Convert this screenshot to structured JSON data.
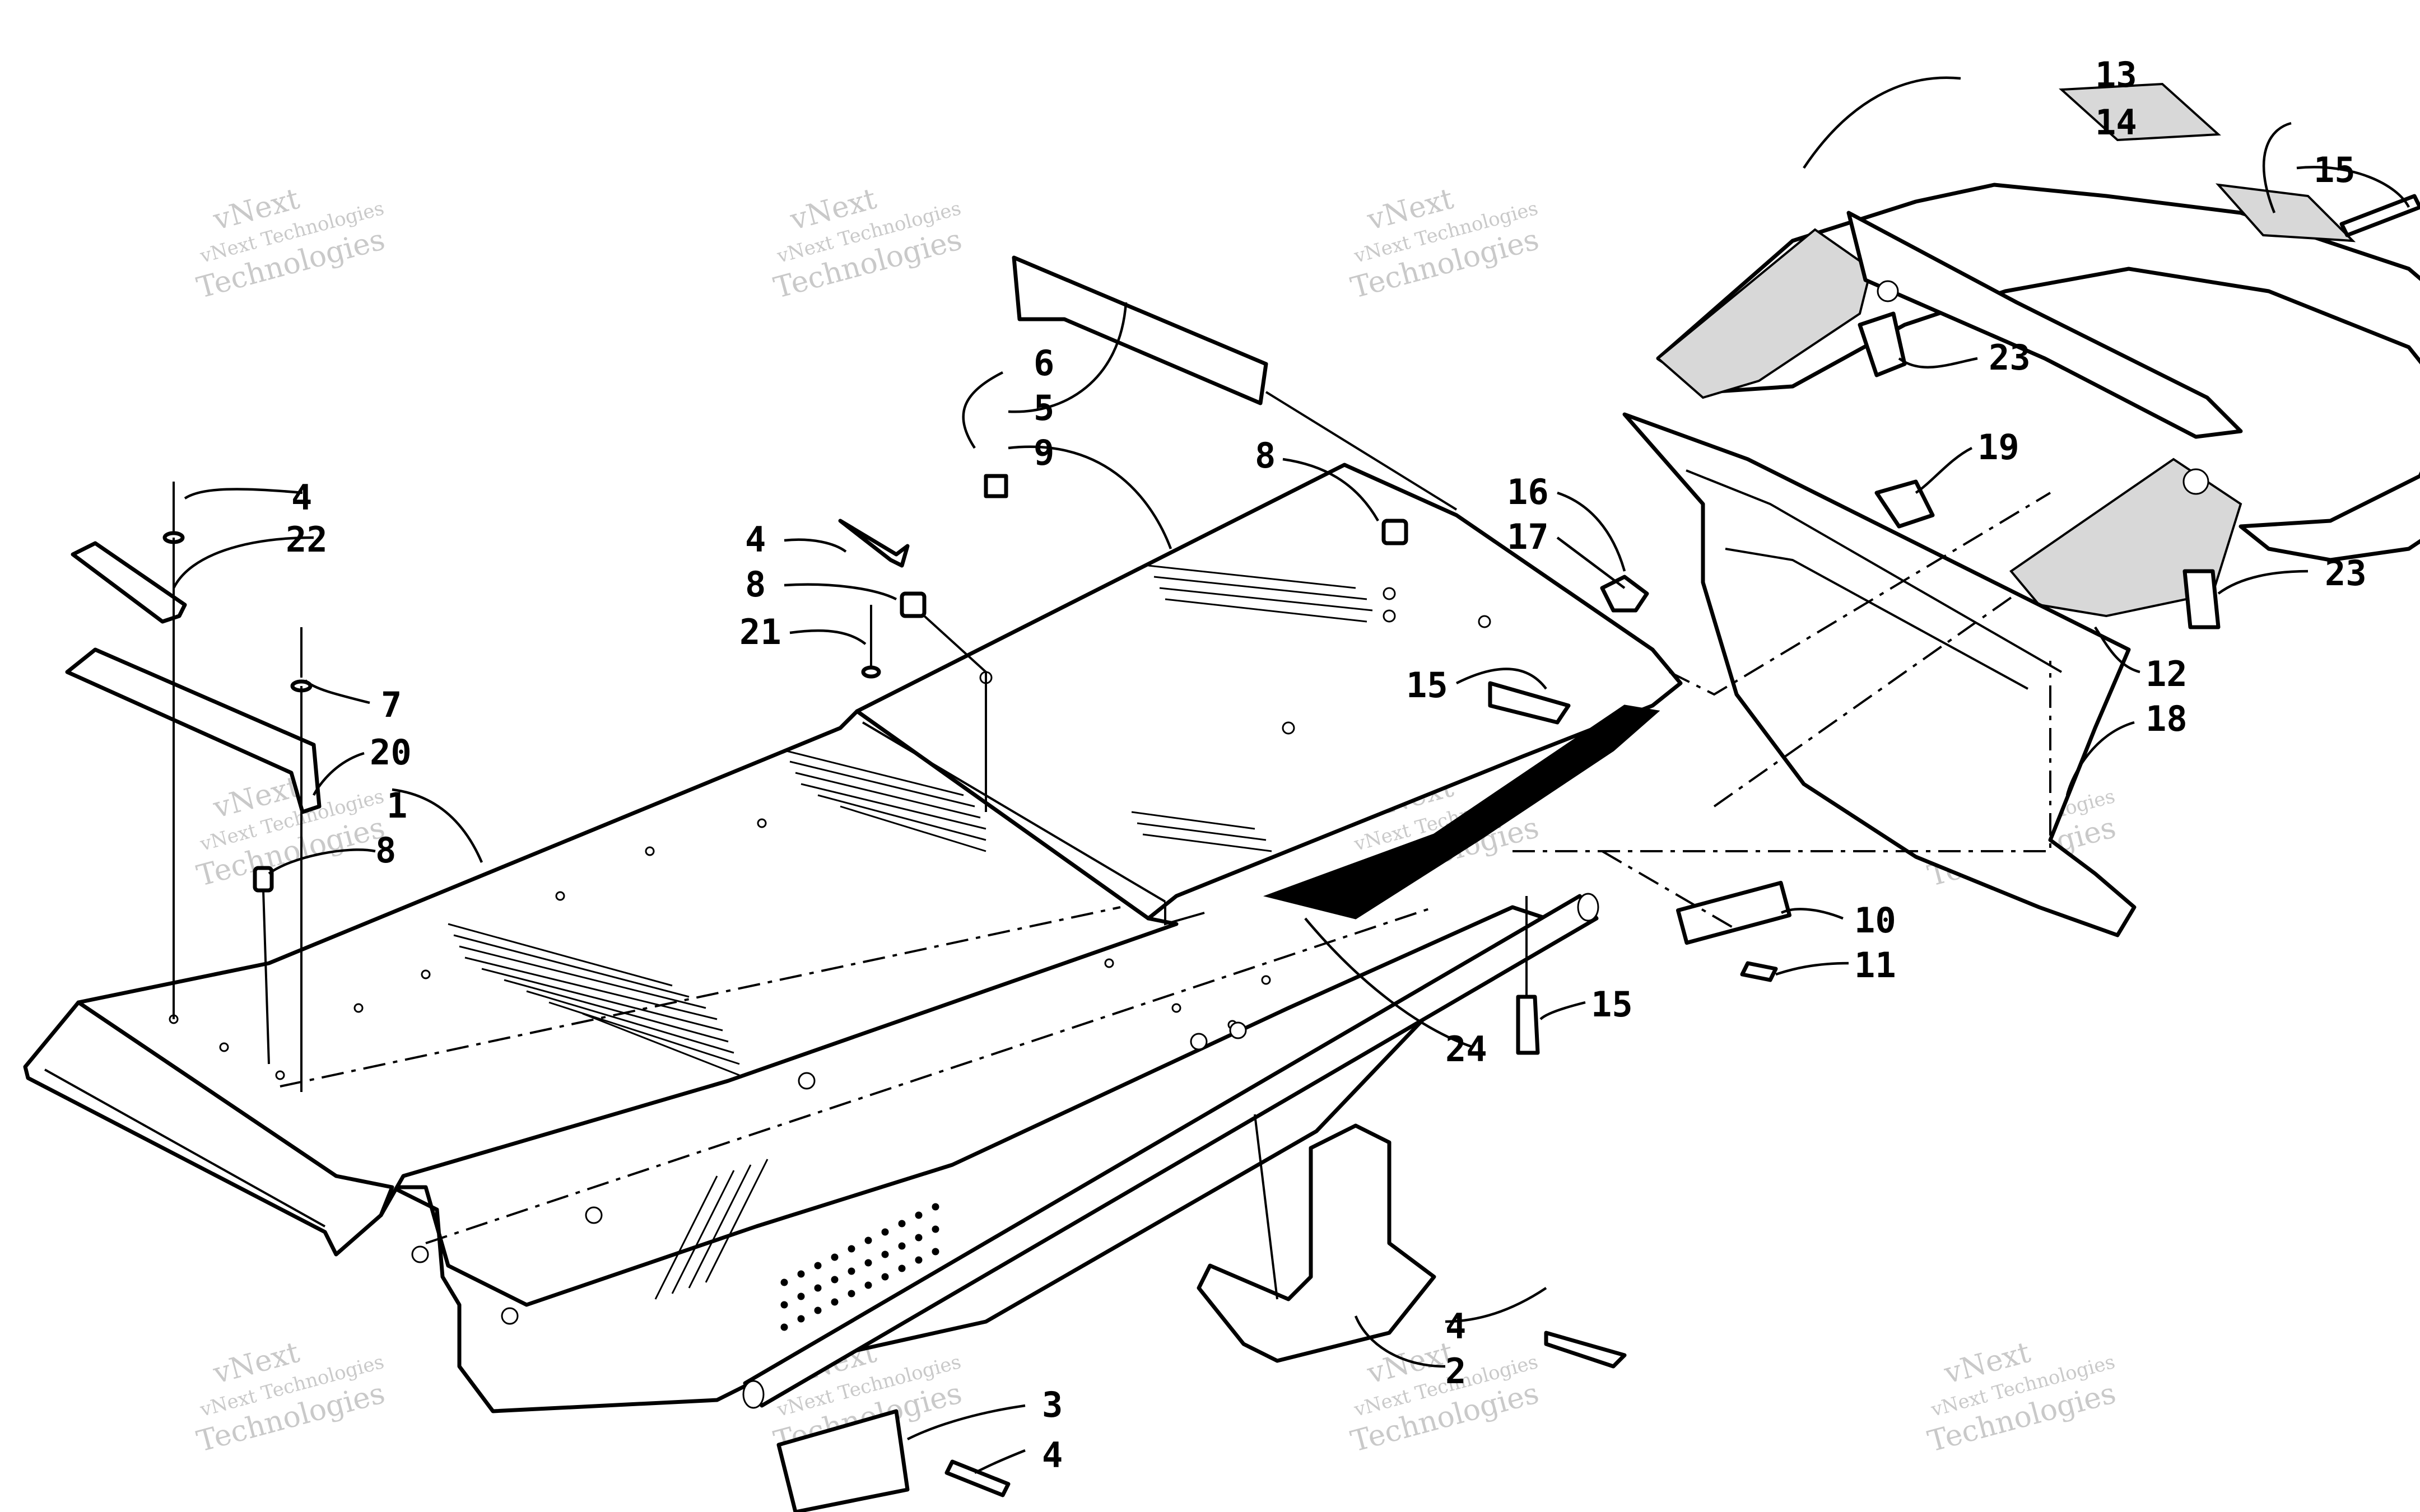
{
  "watermark": {
    "line1": "vNext",
    "line2": "vNext Technologies",
    "line3": "Technologies"
  },
  "callouts": [
    "1",
    "2",
    "3",
    "4",
    "4",
    "4",
    "4",
    "5",
    "6",
    "7",
    "8",
    "8",
    "8",
    "9",
    "10",
    "11",
    "12",
    "13",
    "14",
    "15",
    "15",
    "15",
    "16",
    "17",
    "18",
    "19",
    "20",
    "21",
    "22",
    "23",
    "23",
    "24"
  ],
  "colors": {
    "ink": "#000000",
    "paper": "#ffffff",
    "watermark": "#c9c9c9"
  }
}
